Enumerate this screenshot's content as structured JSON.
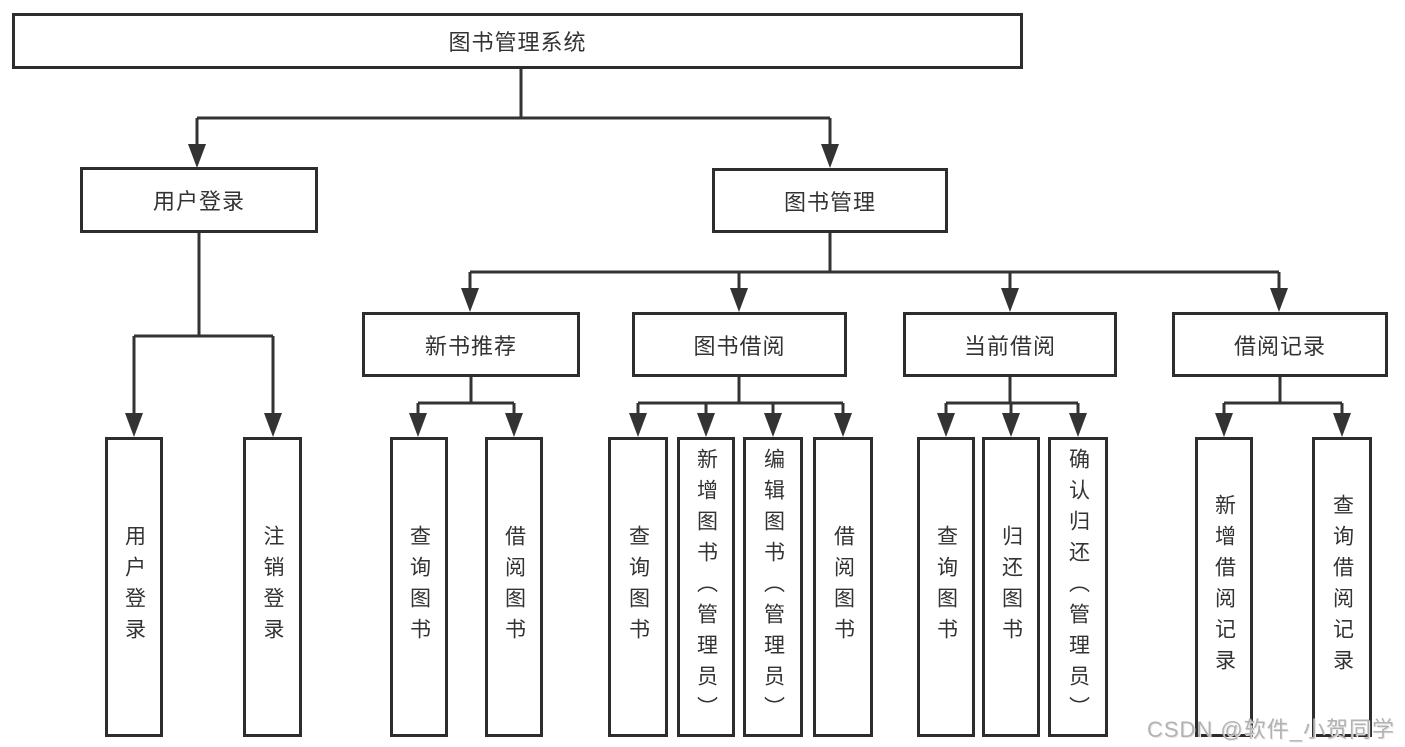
{
  "diagram": {
    "root": {
      "label": "图书管理系统"
    },
    "level2": [
      {
        "label": "用户登录",
        "children": [
          {
            "label": "用户登录"
          },
          {
            "label": "注销登录"
          }
        ]
      },
      {
        "label": "图书管理",
        "children": [
          {
            "label": "新书推荐",
            "children": [
              {
                "label": "查询图书"
              },
              {
                "label": "借阅图书"
              }
            ]
          },
          {
            "label": "图书借阅",
            "children": [
              {
                "label": "查询图书"
              },
              {
                "label": "新增图书（管理员）"
              },
              {
                "label": "编辑图书（管理员）"
              },
              {
                "label": "借阅图书"
              }
            ]
          },
          {
            "label": "当前借阅",
            "children": [
              {
                "label": "查询图书"
              },
              {
                "label": "归还图书"
              },
              {
                "label": "确认归还（管理员）"
              }
            ]
          },
          {
            "label": "借阅记录",
            "children": [
              {
                "label": "新增借阅记录"
              },
              {
                "label": "查询借阅记录"
              }
            ]
          }
        ]
      }
    ]
  },
  "watermark": {
    "text": "CSDN @软件_小贺同学"
  },
  "colors": {
    "line": "#333333",
    "box_border": "#2d2d2d",
    "text": "#333333",
    "watermark": "#b2b2b2",
    "background": "#ffffff"
  }
}
